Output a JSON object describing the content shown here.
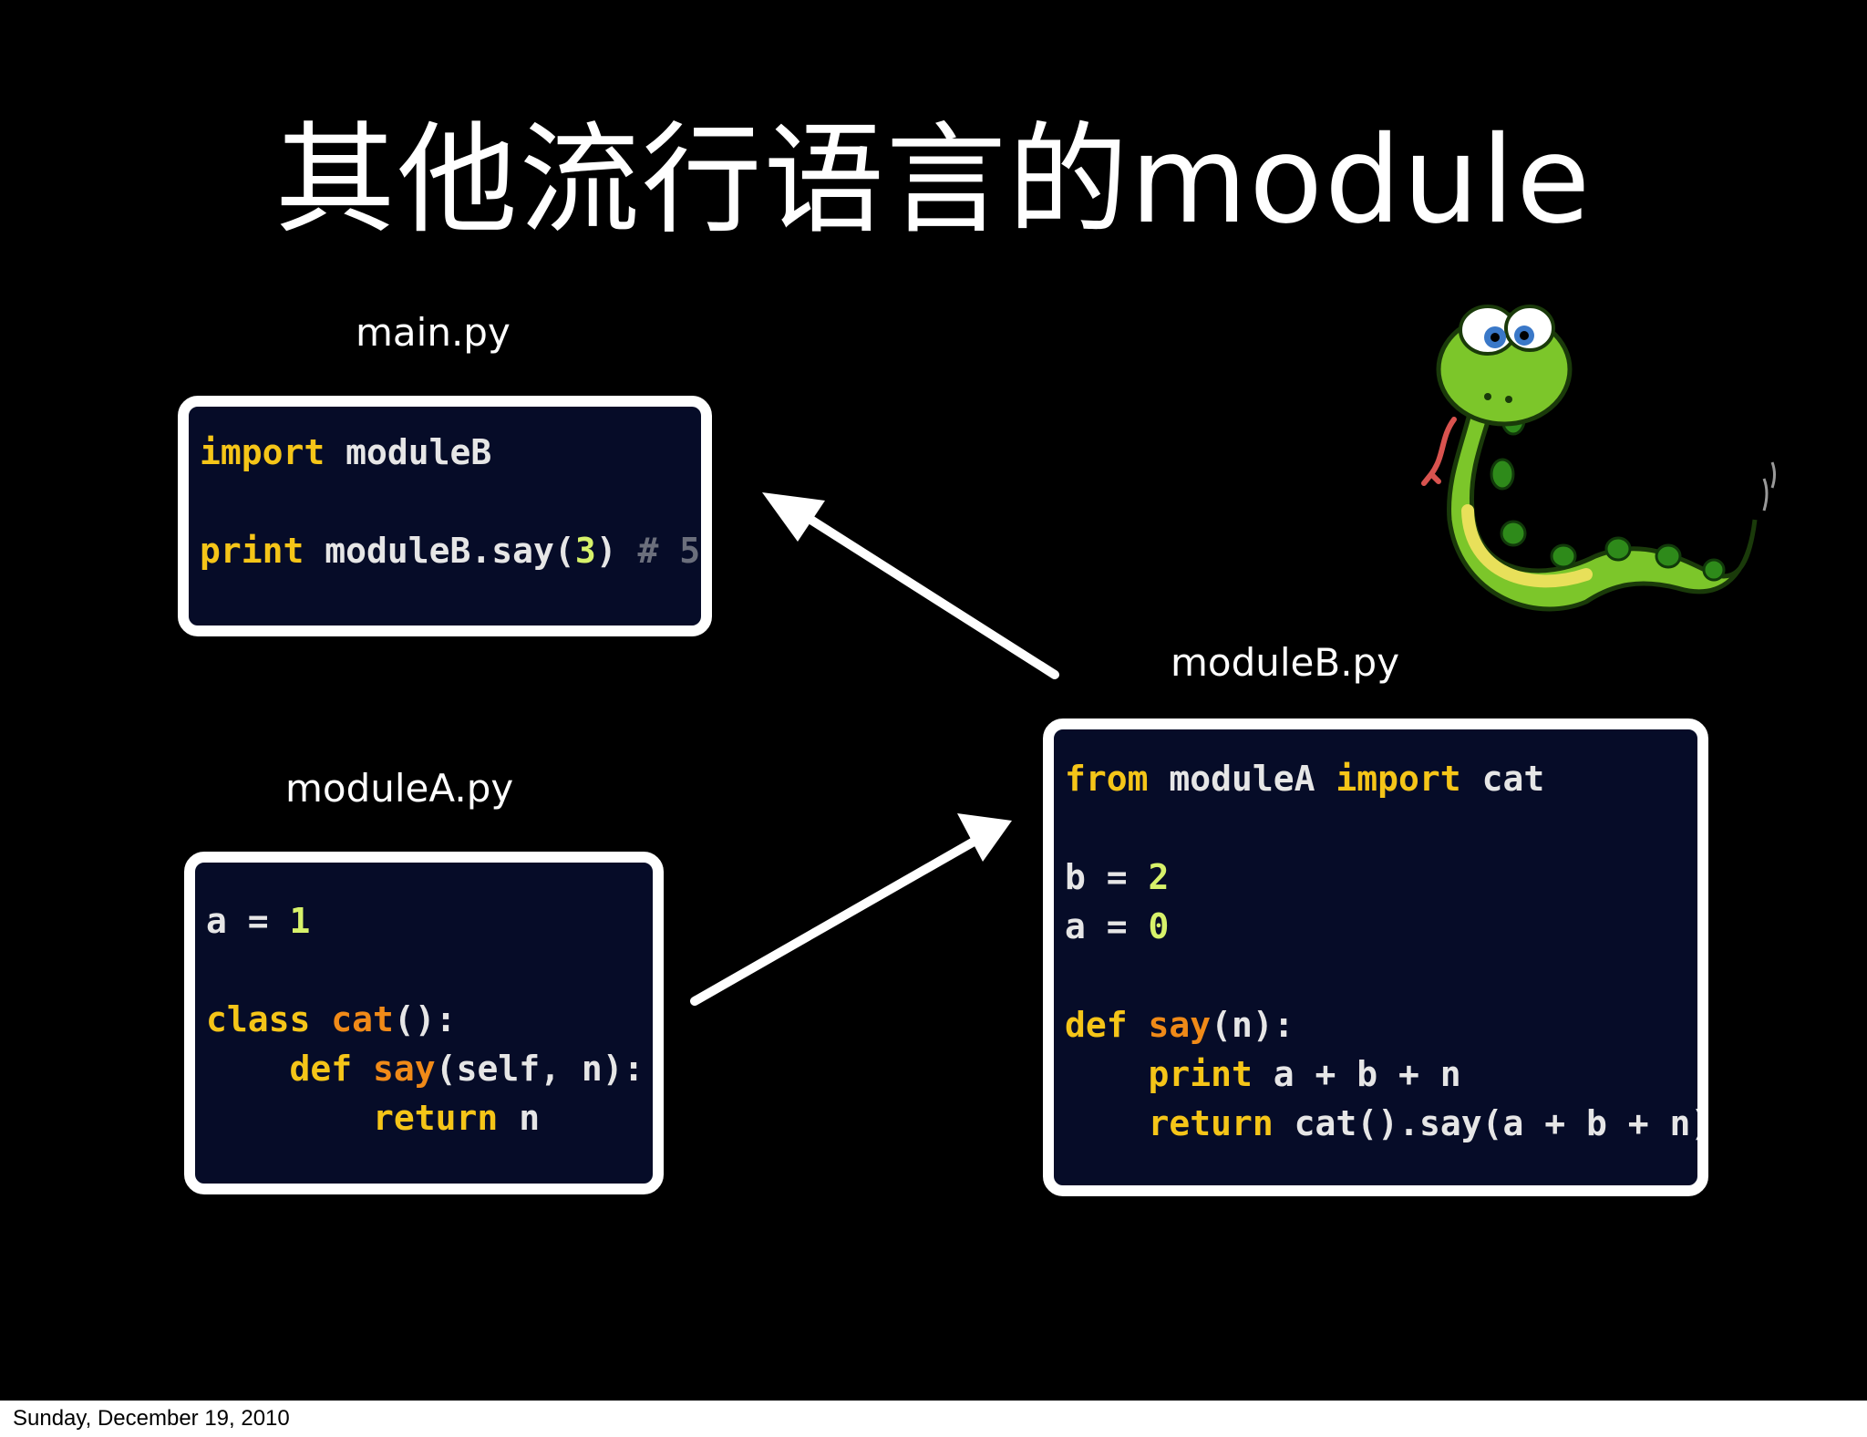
{
  "slide": {
    "title": "其他流行语言的module",
    "files": {
      "main": {
        "label": "main.py",
        "lines": [
          [
            {
              "t": "import",
              "c": "kw"
            },
            {
              "t": " moduleB",
              "c": "tx"
            }
          ],
          [],
          [
            {
              "t": "print",
              "c": "kw"
            },
            {
              "t": " moduleB.say(",
              "c": "tx"
            },
            {
              "t": "3",
              "c": "num"
            },
            {
              "t": ") ",
              "c": "tx"
            },
            {
              "t": "# 5",
              "c": "cm"
            }
          ]
        ]
      },
      "moduleA": {
        "label": "moduleA.py",
        "lines": [
          [
            {
              "t": "a = ",
              "c": "tx"
            },
            {
              "t": "1",
              "c": "num"
            }
          ],
          [],
          [
            {
              "t": "class",
              "c": "kw"
            },
            {
              "t": " ",
              "c": "tx"
            },
            {
              "t": "cat",
              "c": "fn"
            },
            {
              "t": "():",
              "c": "tx"
            }
          ],
          [
            {
              "t": "    ",
              "c": "tx"
            },
            {
              "t": "def",
              "c": "kw"
            },
            {
              "t": " ",
              "c": "tx"
            },
            {
              "t": "say",
              "c": "fn"
            },
            {
              "t": "(self, n):",
              "c": "tx"
            }
          ],
          [
            {
              "t": "        ",
              "c": "tx"
            },
            {
              "t": "return",
              "c": "kw"
            },
            {
              "t": " n",
              "c": "tx"
            }
          ]
        ]
      },
      "moduleB": {
        "label": "moduleB.py",
        "lines": [
          [
            {
              "t": "from",
              "c": "kw"
            },
            {
              "t": " moduleA ",
              "c": "tx"
            },
            {
              "t": "import",
              "c": "kw"
            },
            {
              "t": " cat",
              "c": "tx"
            }
          ],
          [],
          [
            {
              "t": "b = ",
              "c": "tx"
            },
            {
              "t": "2",
              "c": "num"
            }
          ],
          [
            {
              "t": "a = ",
              "c": "tx"
            },
            {
              "t": "0",
              "c": "num"
            }
          ],
          [],
          [
            {
              "t": "def",
              "c": "kw"
            },
            {
              "t": " ",
              "c": "tx"
            },
            {
              "t": "say",
              "c": "fn"
            },
            {
              "t": "(n):",
              "c": "tx"
            }
          ],
          [
            {
              "t": "    ",
              "c": "tx"
            },
            {
              "t": "print",
              "c": "kw"
            },
            {
              "t": " a + b + n",
              "c": "tx"
            }
          ],
          [
            {
              "t": "    ",
              "c": "tx"
            },
            {
              "t": "return",
              "c": "kw"
            },
            {
              "t": " cat().say(a + b + n)",
              "c": "tx"
            }
          ]
        ]
      }
    },
    "mascot": {
      "icon": "python-snake-icon",
      "color": "#7cc62a"
    }
  },
  "footer": {
    "date": "Sunday, December 19, 2010"
  },
  "colors": {
    "background": "#000000",
    "code_bg": "#060c28",
    "keyword": "#f5c518",
    "function": "#f08a18",
    "number": "#d7f26a",
    "comment": "#6b6f7c",
    "text": "#e6e6e6"
  }
}
